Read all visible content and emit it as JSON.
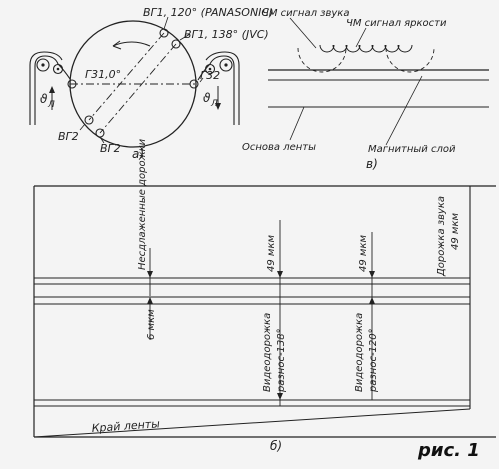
{
  "panel_a": {
    "label": "а)",
    "vg1_panasonic": "ВГ1, 120° (PANASONIC)",
    "vg1_jvc": "ВГ1, 138° (JVC)",
    "g3": "Г31,0°",
    "g32": "Г32",
    "vg2_left": "ВГ2",
    "vg2_bottom": "ВГ2",
    "v_left": "ϑ",
    "v_left_sub": "Л",
    "v_right": "ϑ",
    "v_right_sub": "Л"
  },
  "panel_v": {
    "label": "в)",
    "fm_sound": "ЧМ сигнал звука",
    "fm_brightness": "ЧМ сигнал яркости",
    "tape_base": "Основа ленты",
    "magnetic_layer": "Магнитный слой"
  },
  "panel_b": {
    "label": "б)",
    "non_track": "Несдлаженные дорожки",
    "sound_track": "Дорожка звука",
    "sound_width": "49 мкм",
    "width_49_1": "49 мкм",
    "width_49_2": "49 мкм",
    "width_6": "6 мкм",
    "video_138_1": "Видеодорожка",
    "video_138_2": "разнос-138°",
    "video_120_1": "Видеодорожка",
    "video_120_2": "разнос-120°",
    "tape_edge": "Край ленты"
  },
  "figure_caption": "рис. 1"
}
